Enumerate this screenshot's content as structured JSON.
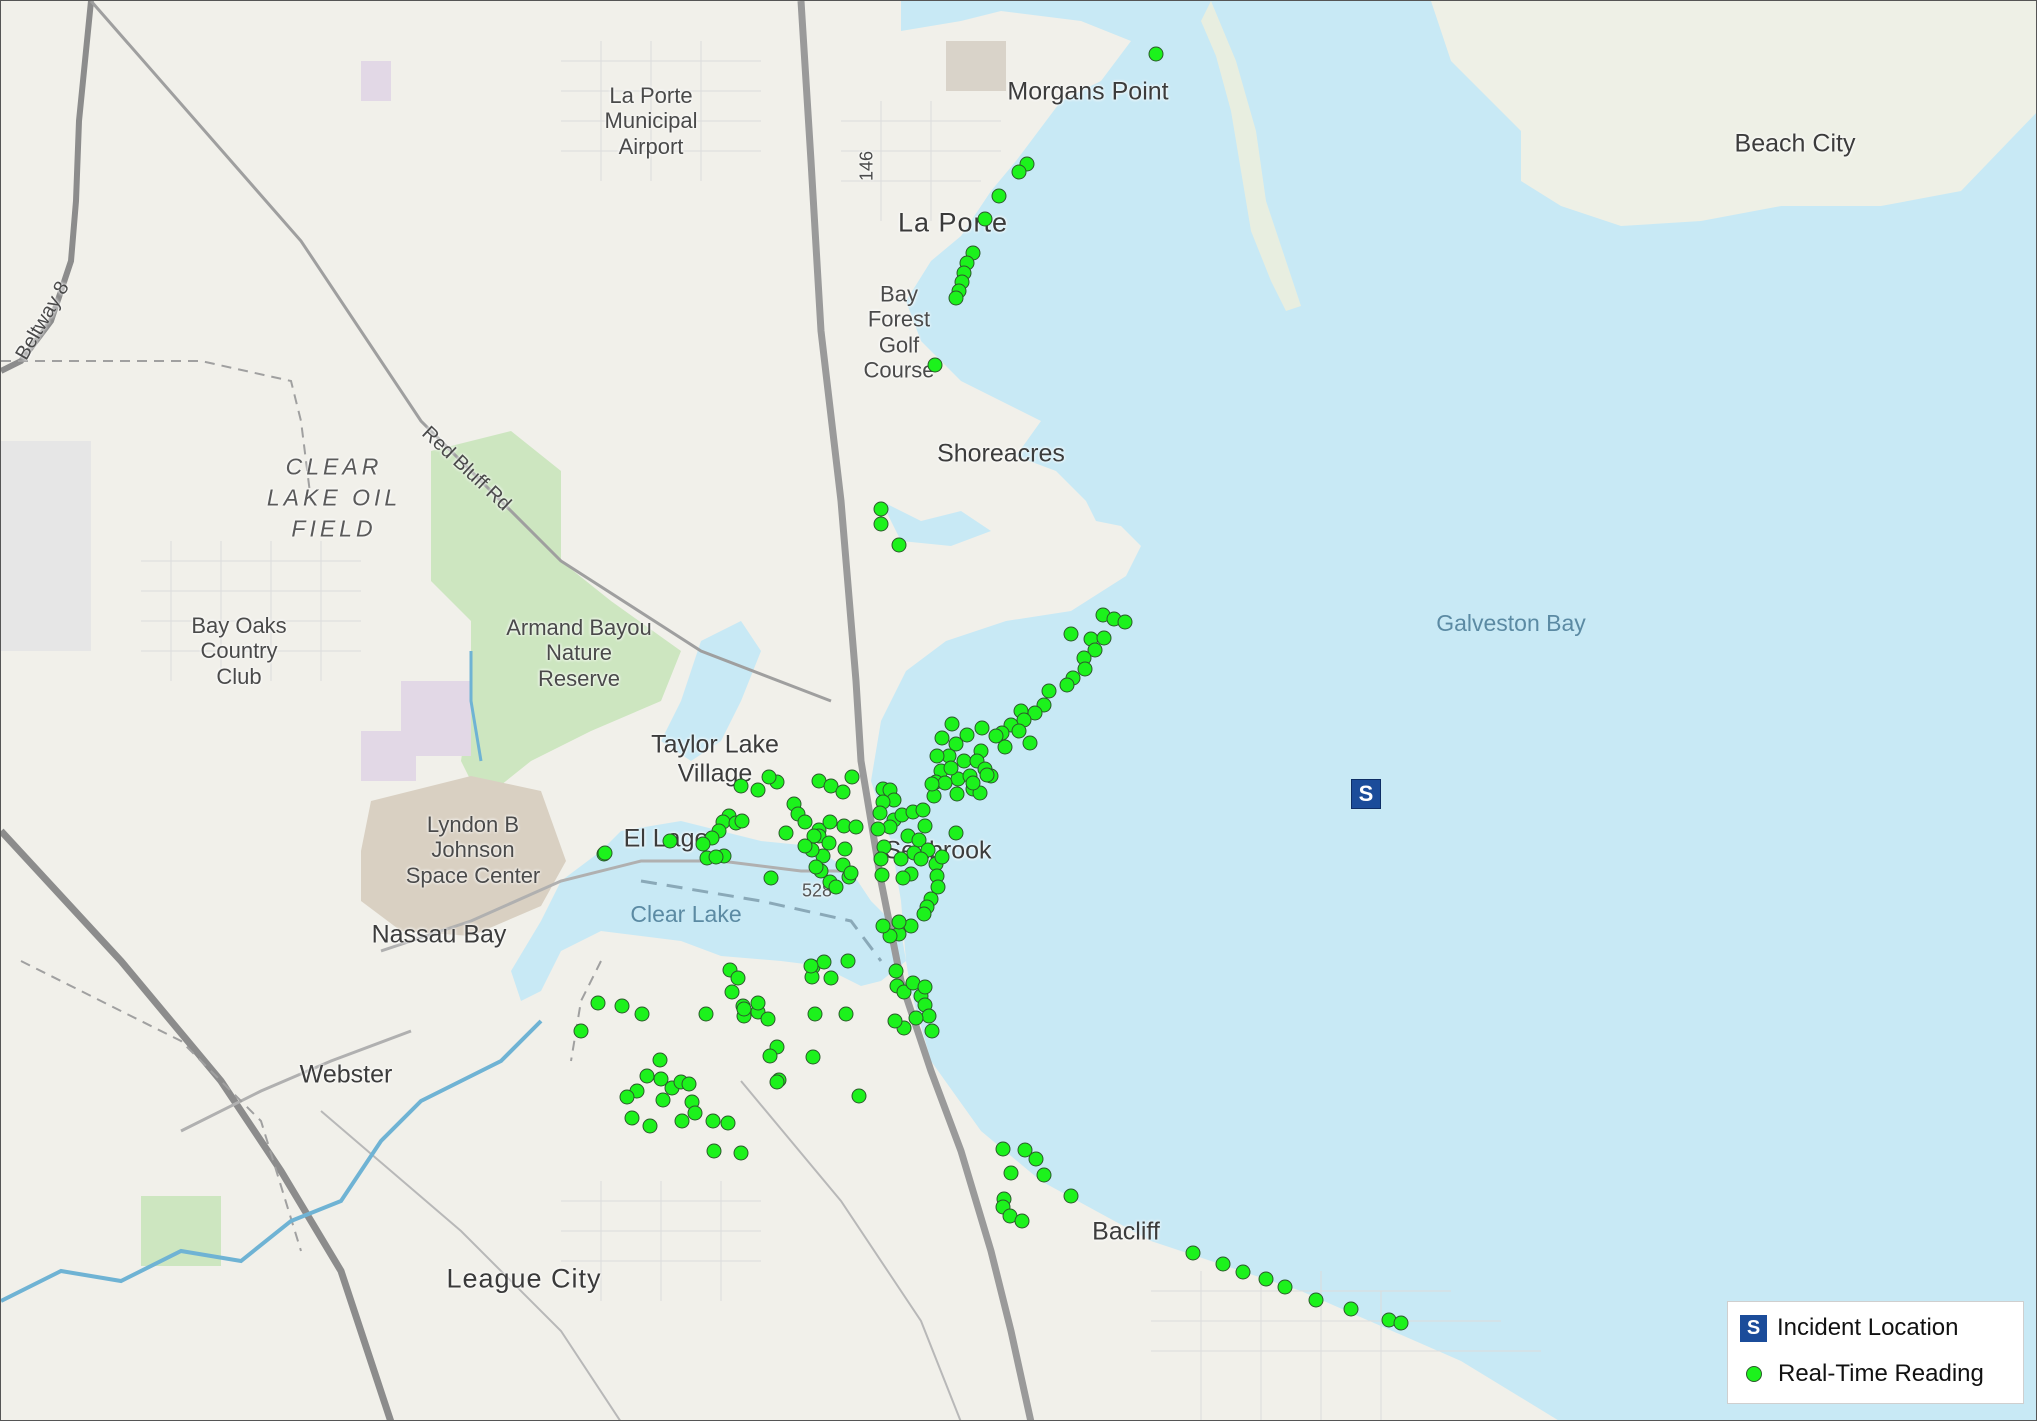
{
  "map": {
    "labels": {
      "morgans_point": "Morgans Point",
      "beach_city": "Beach City",
      "la_porte_airport": "La Porte Municipal Airport",
      "la_porte": "La Porte",
      "bay_forest": "Bay Forest Golf Course",
      "shoreacres": "Shoreacres",
      "clear_lake_oil_field": "CLEAR LAKE OIL FIELD",
      "red_bluff_rd": "Red Bluff Rd",
      "beltway_8": "Beltway 8",
      "hwy_146": "146",
      "hwy_528": "528",
      "galveston_bay": "Galveston Bay",
      "bay_oaks": "Bay Oaks Country Club",
      "armand_bayou": "Armand Bayou Nature Reserve",
      "taylor_lake": "Taylor Lake Village",
      "lbj_space_center": "Lyndon B Johnson Space Center",
      "el_lago": "El Lago",
      "seabrook": "Seabrook",
      "clear_lake": "Clear Lake",
      "nassau_bay": "Nassau Bay",
      "webster": "Webster",
      "league_city": "League City",
      "bacliff": "Bacliff"
    },
    "incident_icon": "S",
    "marker_color": "#1cf21c",
    "incident_color": "#1b4c9a"
  },
  "legend": {
    "incident_symbol": "S",
    "incident_label": "Incident Location",
    "reading_label": "Real-Time Reading"
  }
}
